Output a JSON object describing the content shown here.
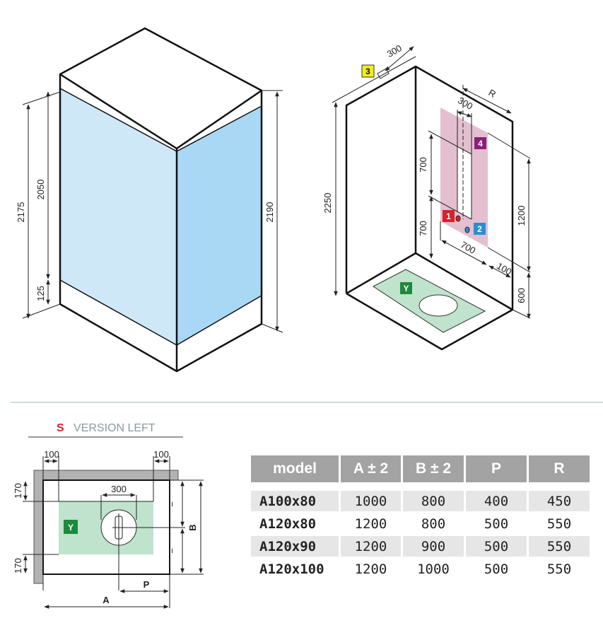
{
  "left_view": {
    "dims": {
      "total_height": "2175",
      "panel_height": "2050",
      "base_height": "125",
      "right_height": "2190"
    }
  },
  "right_view": {
    "dims": {
      "top_width": "300",
      "r": "R",
      "slot_width": "300",
      "upper": "700",
      "lower": "700",
      "height": "2250",
      "panel": "1200",
      "panel_width": "700",
      "offset": "100",
      "floor": "600"
    },
    "badges": {
      "b1": "1",
      "b2": "2",
      "b3": "3",
      "b4": "4",
      "y": "Y"
    }
  },
  "plan": {
    "version_letter": "S",
    "version_label": "VERSION LEFT",
    "dims": {
      "left_100": "100",
      "right_100": "100",
      "top_170": "170",
      "bottom_170": "170",
      "hole_300": "300",
      "eq1": "=",
      "eq2": "=",
      "b": "B",
      "p": "P",
      "a": "A"
    },
    "badge": "Y"
  },
  "colors": {
    "glass": "#b5def5",
    "pink": "#e3bfd0",
    "green": "#bfe3cc",
    "badge_green": "#1c8a3c",
    "badge_red": "#d8202a",
    "badge_blue": "#2a8fd0",
    "badge_purple": "#8b1f7c",
    "badge_yellow": "#f3ee1a",
    "version_red": "#d8202a"
  },
  "table": {
    "headers": [
      "model",
      "A ± 2",
      "B ± 2",
      "P",
      "R"
    ],
    "rows": [
      [
        "A100x80",
        "1000",
        "800",
        "400",
        "450"
      ],
      [
        "A120x80",
        "1200",
        "800",
        "500",
        "550"
      ],
      [
        "A120x90",
        "1200",
        "900",
        "500",
        "550"
      ],
      [
        "A120x100",
        "1200",
        "1000",
        "500",
        "550"
      ]
    ]
  }
}
